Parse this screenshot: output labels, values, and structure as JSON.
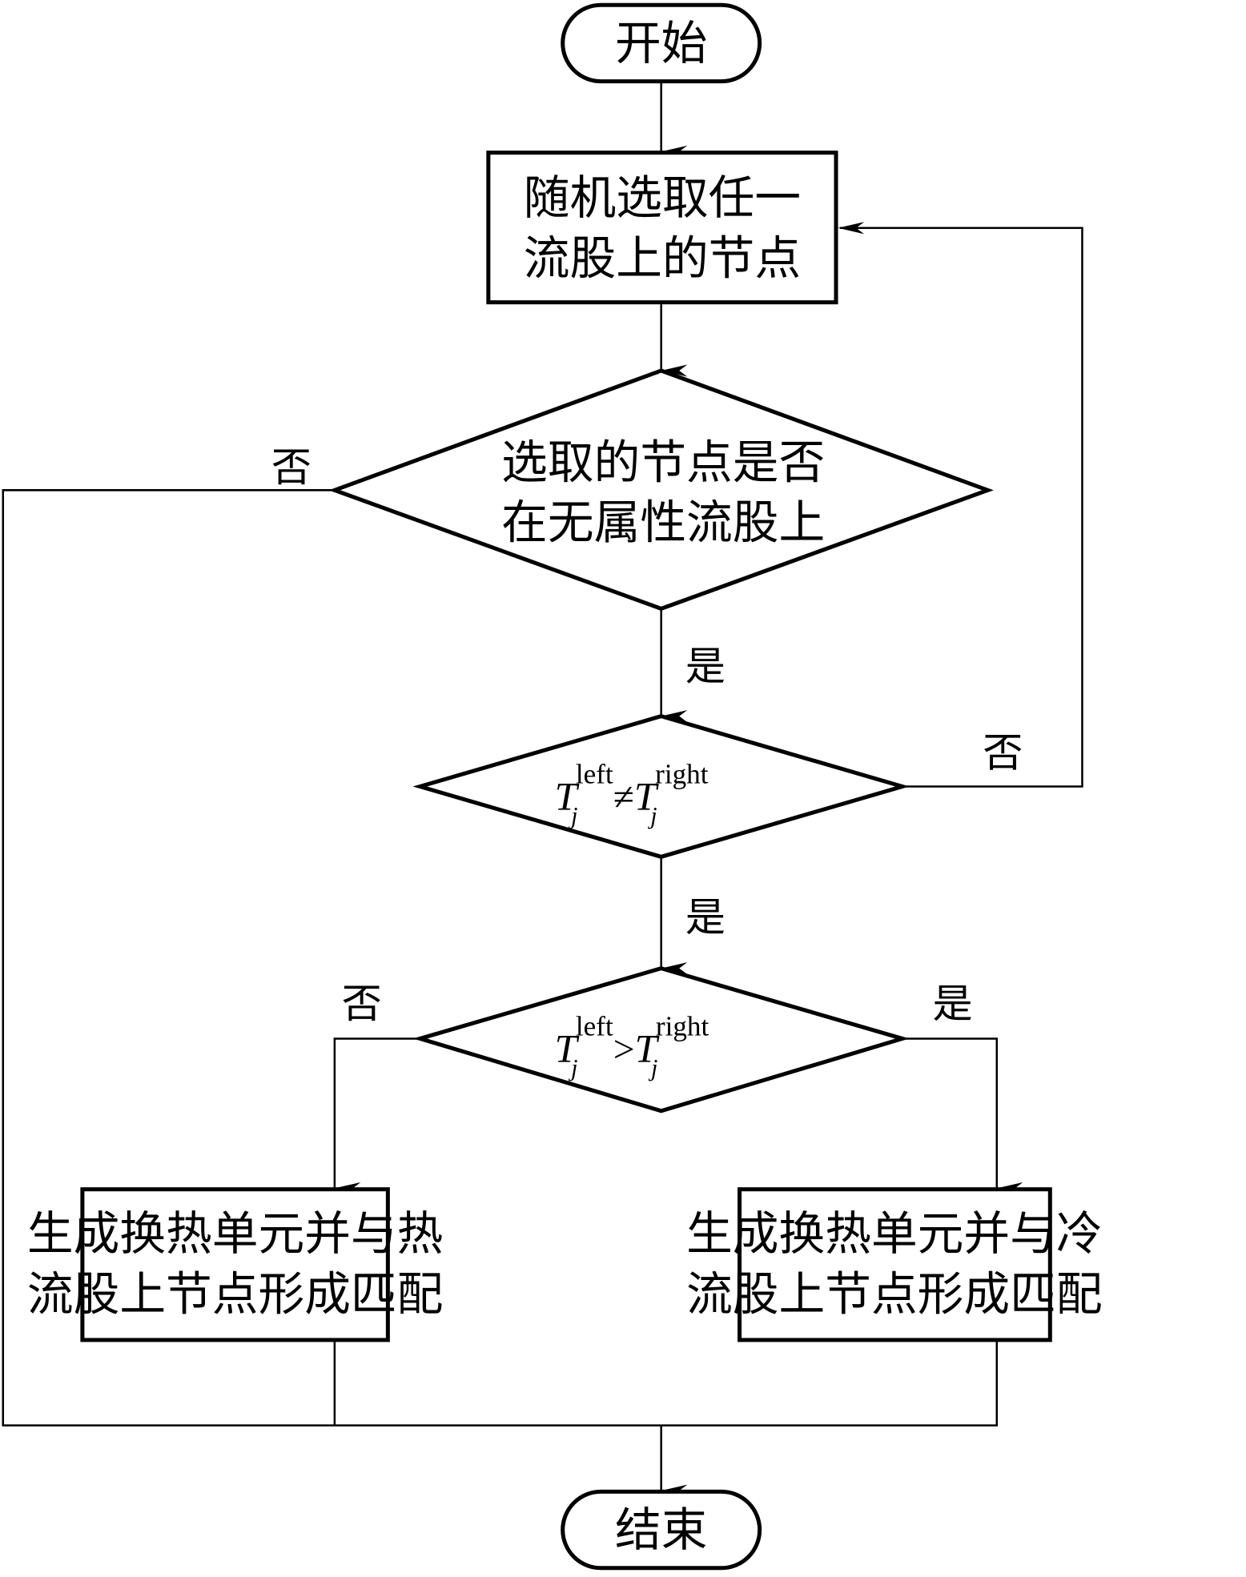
{
  "nodes": {
    "start": {
      "label": "开始"
    },
    "select": {
      "line1": "随机选取任一",
      "line2": "流股上的节点"
    },
    "decision1": {
      "line1": "选取的节点是否",
      "line2": "在无属性流股上"
    },
    "decision2": {
      "base1": "T",
      "sub1": "j",
      "sup1": "left",
      "op": "≠",
      "base2": "T",
      "sub2": "j",
      "sup2": "right"
    },
    "decision3": {
      "base1": "T",
      "sub1": "j",
      "sup1": "left",
      "op": ">",
      "base2": "T",
      "sub2": "j",
      "sup2": "right"
    },
    "hot_match": {
      "line1": "生成换热单元并与热",
      "line2": "流股上节点形成匹配"
    },
    "cold_match": {
      "line1": "生成换热单元并与冷",
      "line2": "流股上节点形成匹配"
    },
    "end": {
      "label": "结束"
    }
  },
  "edge_labels": {
    "d1_no": "否",
    "d1_yes": "是",
    "d2_no": "否",
    "d2_yes": "是",
    "d3_no": "否",
    "d3_yes": "是"
  }
}
